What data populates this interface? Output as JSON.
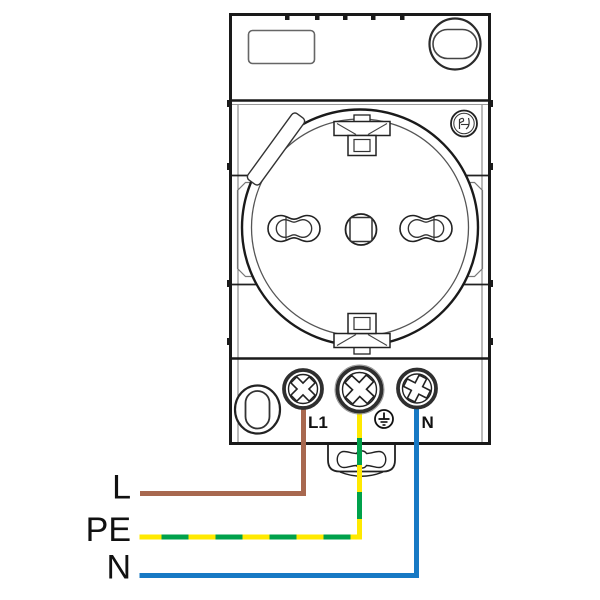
{
  "diagram": {
    "device": {
      "terminal_labels": {
        "live": "L1",
        "neutral": "N"
      },
      "icons": {
        "earth_terminal": "earth-ground-symbol",
        "certification": "certification-mark",
        "screw_heads": "phillips-screw-head",
        "rail_clip": "din-rail-clip"
      }
    },
    "wires": {
      "live": {
        "label": "L",
        "color": "#A8684F"
      },
      "earth": {
        "label": "PE",
        "color_base": "#FFE900",
        "color_stripe": "#00A14B"
      },
      "neutral": {
        "label": "N",
        "color": "#1779C4"
      }
    },
    "colors": {
      "outline": "#1a1a1a",
      "background": "#ffffff"
    }
  }
}
